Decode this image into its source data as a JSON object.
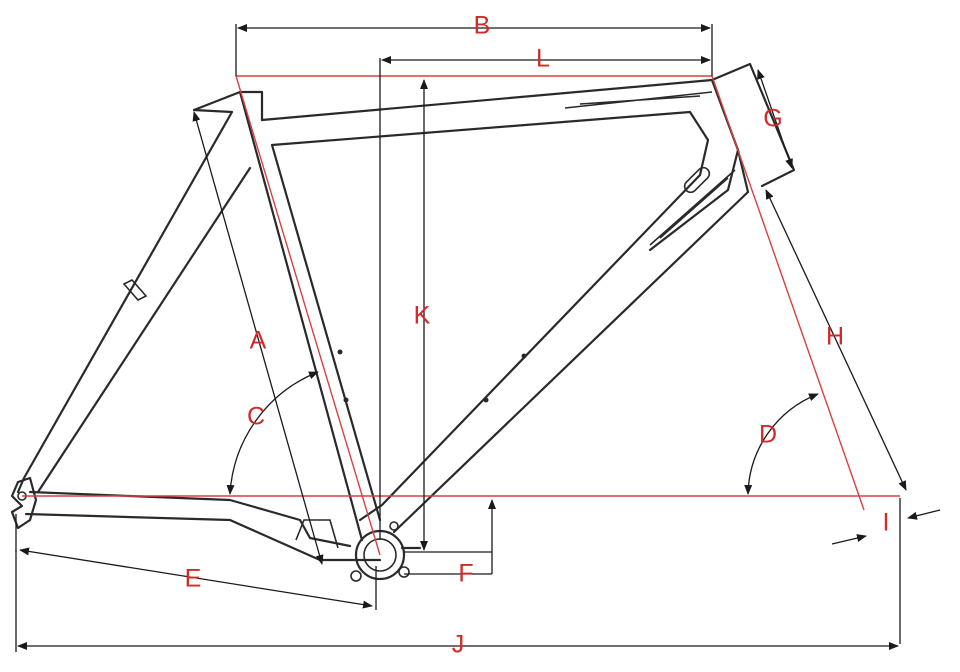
{
  "labels": {
    "A": "A",
    "B": "B",
    "C": "C",
    "D": "D",
    "E": "E",
    "F": "F",
    "G": "G",
    "H": "H",
    "I": "I",
    "J": "J",
    "K": "K",
    "L": "L"
  },
  "colors": {
    "frame": "#2a2a2a",
    "reference_lines": "#d94040",
    "label_text": "#d22a2a"
  }
}
